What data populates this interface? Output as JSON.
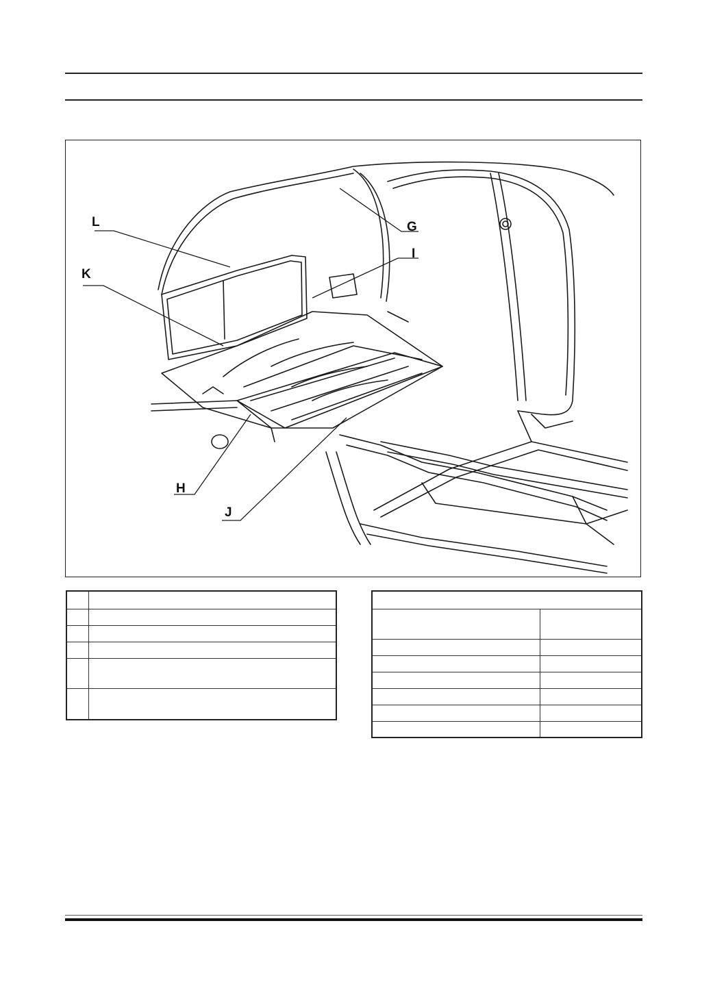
{
  "figure": {
    "callouts": [
      {
        "id": "G",
        "label": "G"
      },
      {
        "id": "I",
        "label": "I"
      },
      {
        "id": "L",
        "label": "L"
      },
      {
        "id": "K",
        "label": "K"
      },
      {
        "id": "H",
        "label": "H"
      },
      {
        "id": "J",
        "label": "J"
      }
    ]
  },
  "legend_table": {
    "rows": [
      {
        "key": "",
        "text": ""
      },
      {
        "key": "",
        "text": ""
      },
      {
        "key": "",
        "text": ""
      },
      {
        "key": "",
        "text": ""
      },
      {
        "key": "",
        "text": ""
      },
      {
        "key": "",
        "text": ""
      }
    ]
  },
  "spec_table": {
    "title": "",
    "header": {
      "col_a": "",
      "col_b": ""
    },
    "rows": [
      {
        "col_a": "",
        "col_b": ""
      },
      {
        "col_a": "",
        "col_b": ""
      },
      {
        "col_a": "",
        "col_b": ""
      },
      {
        "col_a": "",
        "col_b": ""
      },
      {
        "col_a": "",
        "col_b": ""
      },
      {
        "col_a": "",
        "col_b": ""
      }
    ]
  },
  "colors": {
    "line": "#1a1a1a",
    "background": "#ffffff"
  }
}
